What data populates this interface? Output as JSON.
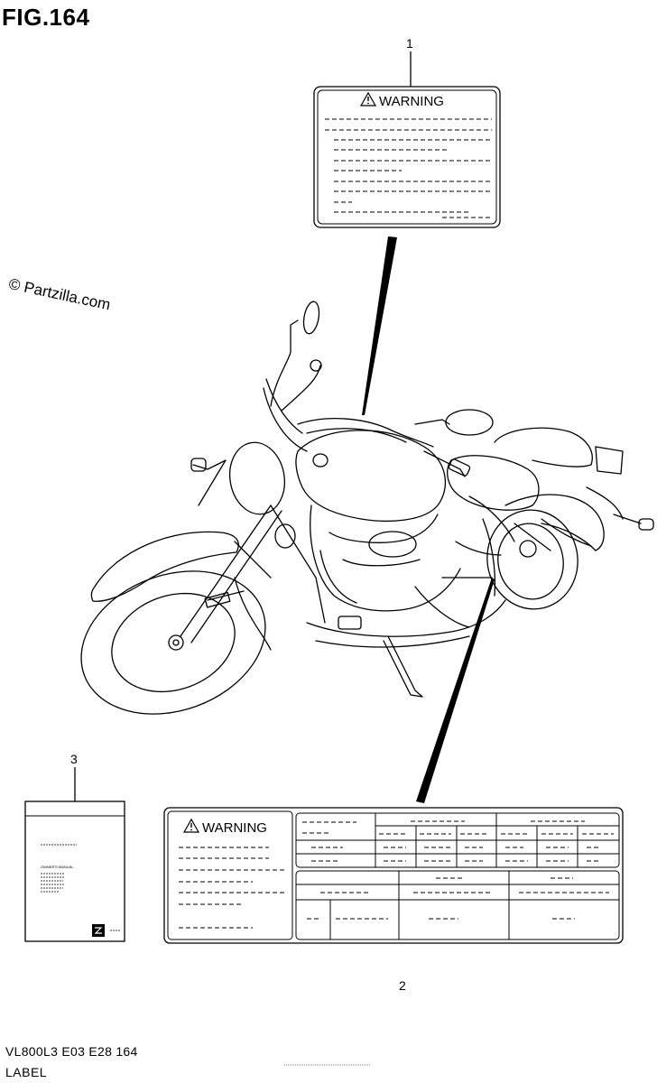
{
  "figure": {
    "title": "FIG.164"
  },
  "watermark": {
    "text": "© Partzilla.com"
  },
  "callouts": {
    "item1": "1",
    "item2": "2",
    "item3": "3"
  },
  "labels": {
    "warning_label_top": {
      "heading": "WARNING",
      "icon": "warning-triangle-icon"
    },
    "warning_label_bottom": {
      "heading": "WARNING",
      "icon": "warning-triangle-icon"
    },
    "manual": {
      "title": "OWNER'S MANUAL",
      "icon": "suzuki-logo-icon"
    }
  },
  "footer": {
    "code": "VL800L3  E03  E28  164",
    "name": "LABEL"
  }
}
